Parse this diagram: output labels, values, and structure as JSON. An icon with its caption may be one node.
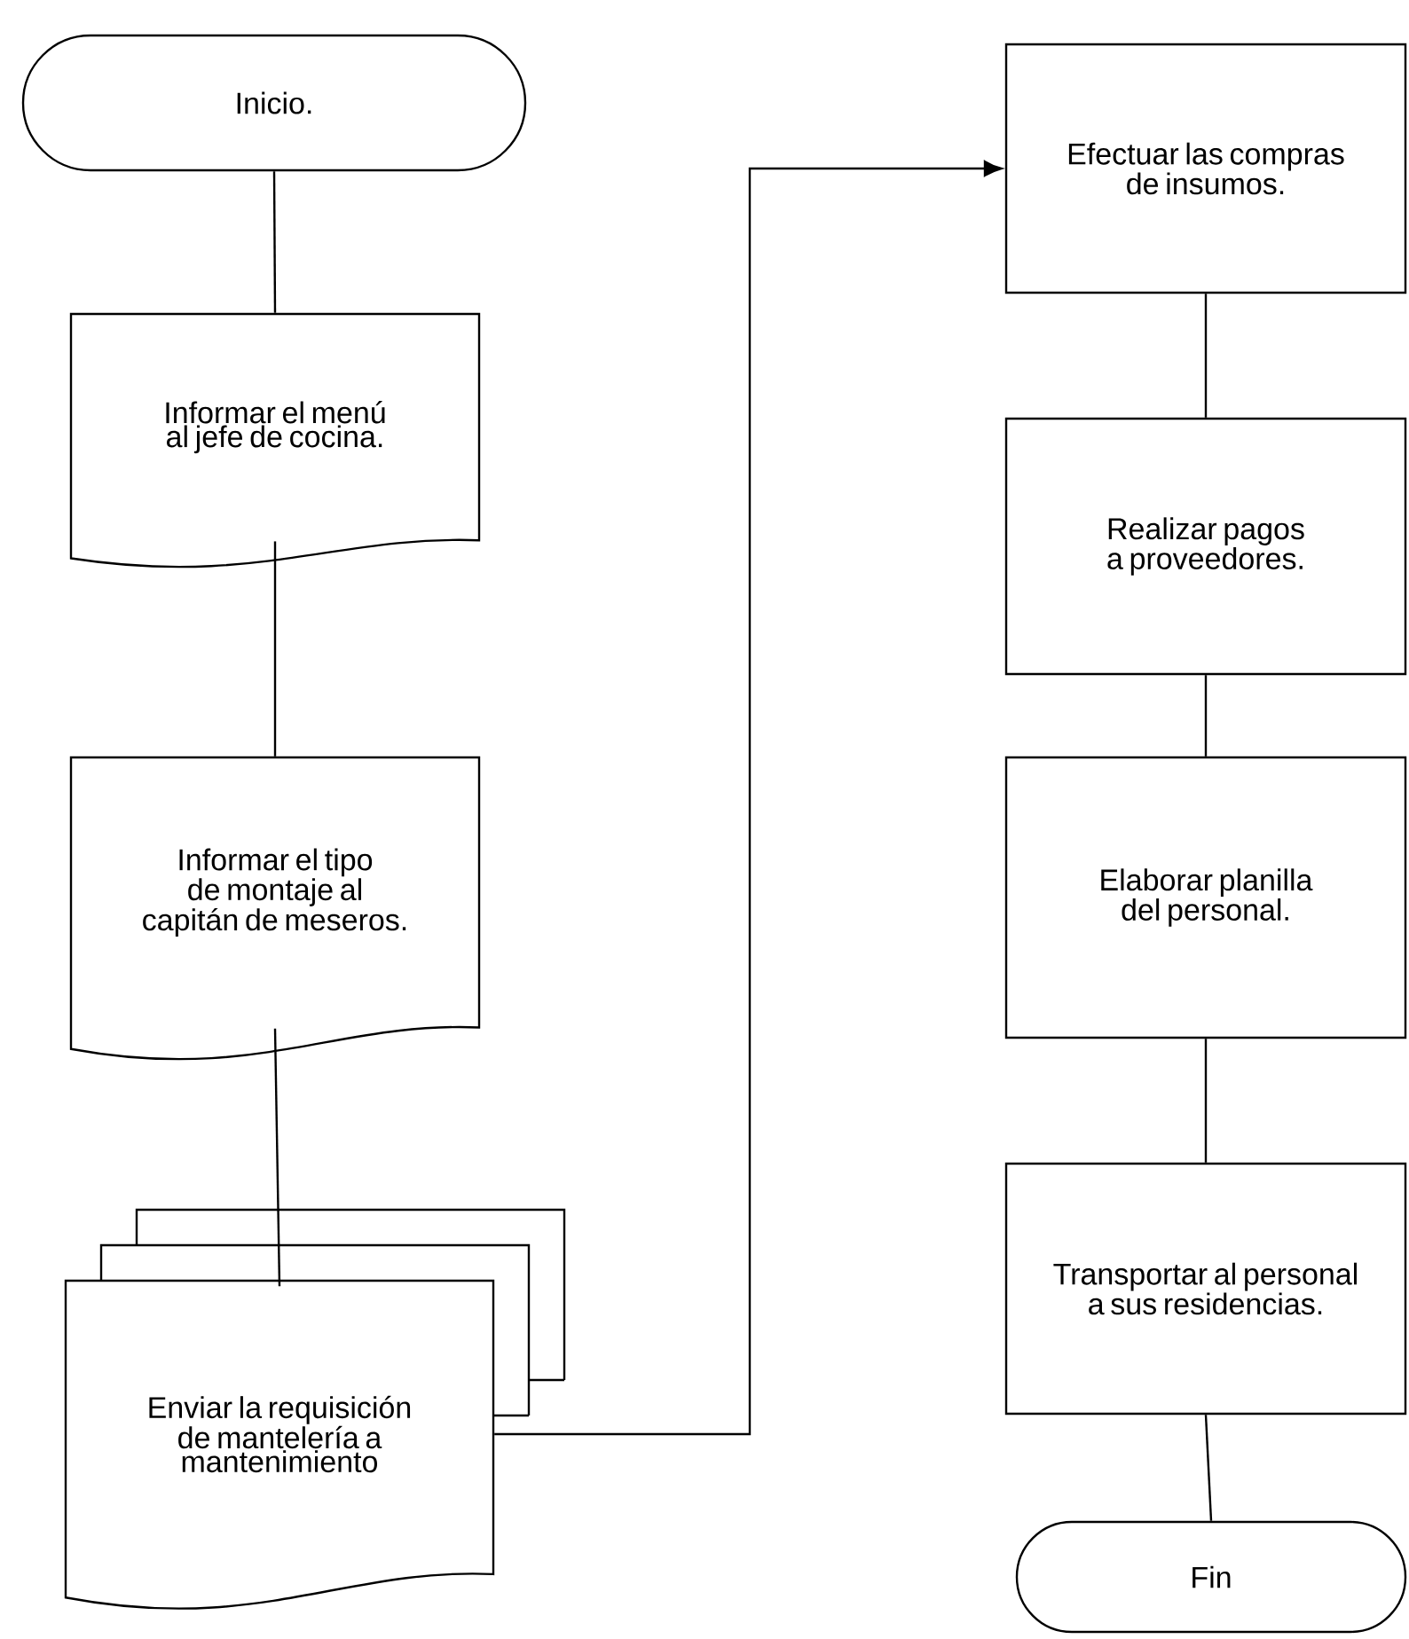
{
  "diagram": {
    "nodes": [
      {
        "text": [
          "Inicio."
        ]
      },
      {
        "text": [
          "Informar el menú al jefe de cocina."
        ]
      },
      {
        "text": [
          "Informar el tipo de montaje al capitán de meseros."
        ]
      },
      {
        "text": [
          "Enviar la requisición de mantelería a mantenimiento"
        ]
      },
      {
        "text": [
          "Efectuar las compras de insumos."
        ]
      },
      {
        "text": [
          "Realizar pagos a proveedores."
        ]
      },
      {
        "text": [
          "Elaborar planilla del personal."
        ]
      },
      {
        "text": [
          "Transportar al personal a sus residencias."
        ]
      },
      {
        "text": [
          "Fin"
        ]
      }
    ],
    "edges": [
      {
        "from": 0,
        "to": 1,
        "arrow": "none"
      },
      {
        "from": 1,
        "to": 2,
        "arrow": "none"
      },
      {
        "from": 2,
        "to": 3,
        "arrow": "none"
      },
      {
        "from": 3,
        "to": 4,
        "arrow": "to"
      },
      {
        "from": 4,
        "to": 5,
        "arrow": "none"
      },
      {
        "from": 5,
        "to": 6,
        "arrow": "none"
      },
      {
        "from": 6,
        "to": 7,
        "arrow": "none"
      },
      {
        "from": 7,
        "to": 8,
        "arrow": "none"
      }
    ]
  }
}
